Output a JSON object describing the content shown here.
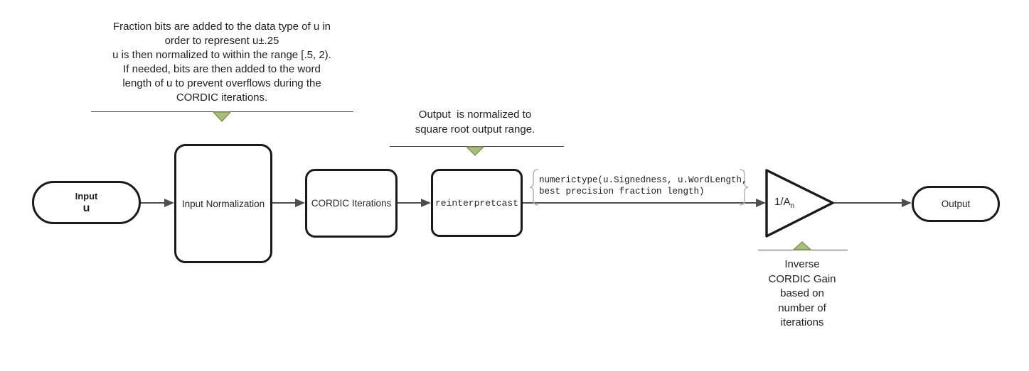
{
  "flow": {
    "input_terminal": {
      "line1": "Input",
      "line2": "u"
    },
    "blocks": {
      "input_normalization": {
        "label": "Input Normalization"
      },
      "cordic_iterations": {
        "label": "CORDIC Iterations"
      },
      "reinterpretcast": {
        "label": "reinterpretcast"
      }
    },
    "gain": {
      "label_main": "1/A",
      "label_sub": "n"
    },
    "output_terminal": {
      "label": "Output"
    }
  },
  "annotations": {
    "input_normalization_note": "Fraction bits are added to the data type of u in\norder to represent u±.25\nu is then normalized to within the range [.5, 2).\nIf needed, bits are then added to the word\nlength of u to prevent overflows during the\nCORDIC iterations.",
    "output_note": "Output  is normalized to\nsquare root output range.",
    "cast_type_note": "numerictype(u.Signedness, u.WordLength,\nbest precision fraction length)",
    "gain_note": "Inverse\nCORDIC Gain\nbased on\nnumber of\niterations"
  },
  "colors": {
    "shape_border": "#1a1a1a",
    "connector": "#4d4d4d",
    "callout_line": "#4a4a4a",
    "callout_pointer_fill": "#a9bd7e",
    "callout_pointer_border": "#7f914f",
    "brace": "#b5b5b5"
  }
}
